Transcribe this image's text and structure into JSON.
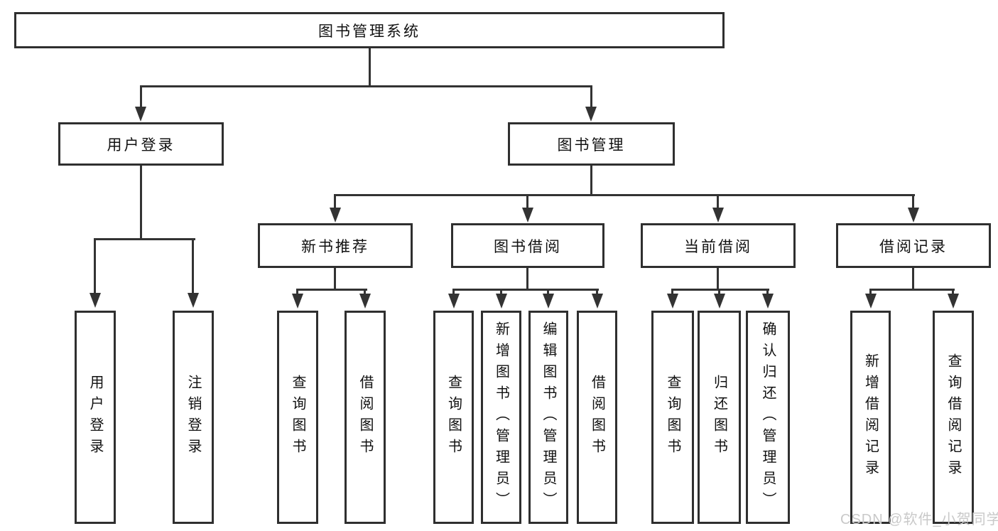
{
  "diagram": {
    "root": {
      "label": "图书管理系统"
    },
    "level2": [
      {
        "label": "用户登录"
      },
      {
        "label": "图书管理"
      }
    ],
    "level3": [
      {
        "label": "新书推荐"
      },
      {
        "label": "图书借阅"
      },
      {
        "label": "当前借阅"
      },
      {
        "label": "借阅记录"
      }
    ],
    "leaves": {
      "user_login": [
        "用户登录",
        "注销登录"
      ],
      "new_book": [
        "查询图书",
        "借阅图书"
      ],
      "book_borrow": [
        "查询图书",
        "新增图书（管理员）",
        "编辑图书（管理员）",
        "借阅图书"
      ],
      "current_borrow": [
        "查询图书",
        "归还图书",
        "确认归还（管理员）"
      ],
      "records": [
        "新增借阅记录",
        "查询借阅记录"
      ]
    }
  },
  "watermark": "CSDN @软件_小贺同学",
  "colors": {
    "line": "#333333",
    "border": "#2f2f2f",
    "text": "#111111",
    "watermark": "#c9c9c9",
    "background": "#ffffff"
  }
}
